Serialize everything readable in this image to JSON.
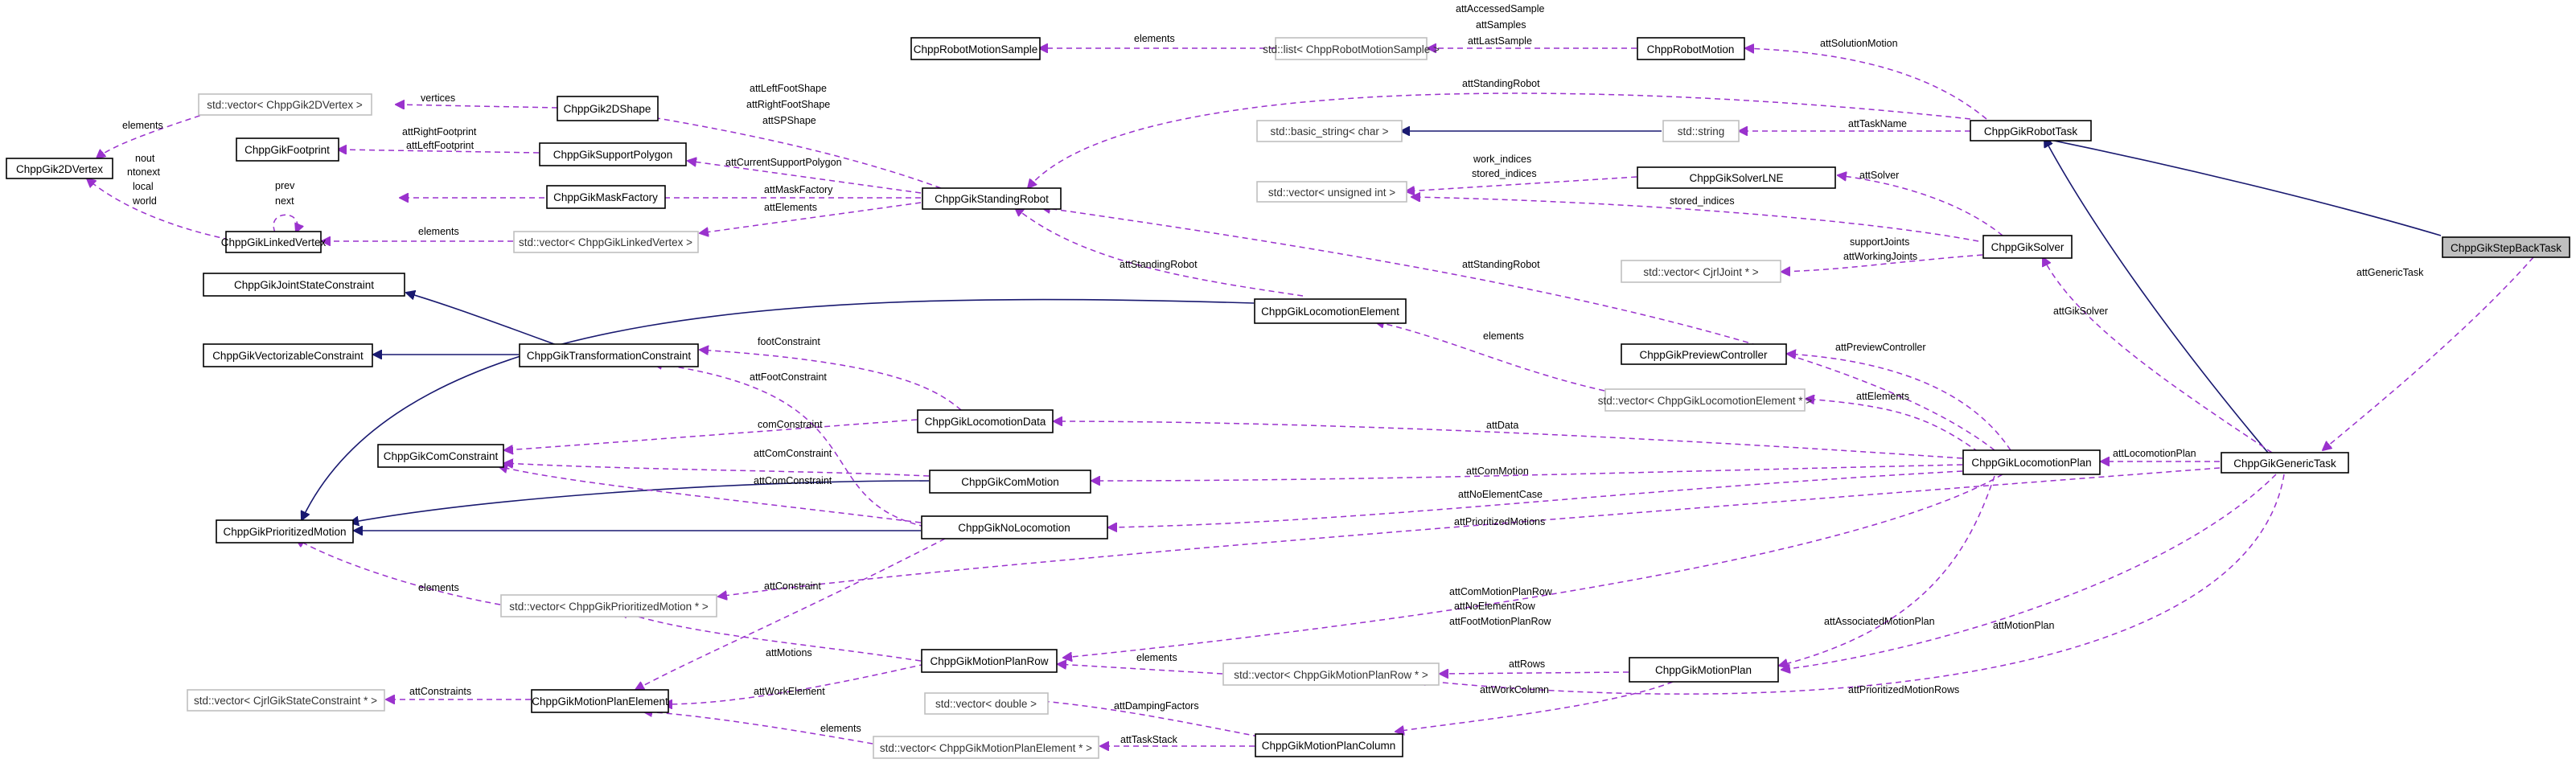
{
  "nodes": {
    "StepBackTask": "ChppGikStepBackTask",
    "RobotTask": "ChppGikRobotTask",
    "GenericTask": "ChppGikGenericTask",
    "RobotMotionSample": "ChppRobotMotionSample",
    "ListSample": "std::list< ChppRobotMotionSample >",
    "RobotMotion": "ChppRobotMotion",
    "Vec2DVertex": "std::vector< ChppGik2DVertex >",
    "Shape2D": "ChppGik2DShape",
    "Vertex2D": "ChppGik2DVertex",
    "Footprint": "ChppGikFootprint",
    "SupportPolygon": "ChppGikSupportPolygon",
    "BasicString": "std::basic_string< char >",
    "StdString": "std::string",
    "MaskFactory": "ChppGikMaskFactory",
    "StandingRobot": "ChppGikStandingRobot",
    "VecUInt": "std::vector< unsigned int >",
    "SolverLNE": "ChppGikSolverLNE",
    "LinkedVertex": "ChppGikLinkedVertex",
    "VecLinkedVertex": "std::vector< ChppGikLinkedVertex >",
    "Solver": "ChppGikSolver",
    "VecJoint": "std::vector< CjrlJoint * >",
    "JointStateConstraint": "ChppGikJointStateConstraint",
    "LocomotionElement": "ChppGikLocomotionElement",
    "VectorizableConstraint": "ChppGikVectorizableConstraint",
    "TransformationConstraint": "ChppGikTransformationConstraint",
    "PreviewController": "ChppGikPreviewController",
    "VecLocElem": "std::vector< ChppGikLocomotionElement * >",
    "LocomotionData": "ChppGikLocomotionData",
    "ComConstraint": "ChppGikComConstraint",
    "ComMotion": "ChppGikComMotion",
    "LocomotionPlan": "ChppGikLocomotionPlan",
    "PrioritizedMotion": "ChppGikPrioritizedMotion",
    "NoLocomotion": "ChppGikNoLocomotion",
    "VecPrioMotion": "std::vector< ChppGikPrioritizedMotion * >",
    "MotionPlanRow": "ChppGikMotionPlanRow",
    "VecRow": "std::vector< ChppGikMotionPlanRow * >",
    "MotionPlan": "ChppGikMotionPlan",
    "VecStateConstraint": "std::vector< CjrlGikStateConstraint * >",
    "MotionPlanElement": "ChppGikMotionPlanElement",
    "VecDouble": "std::vector< double >",
    "VecElem": "std::vector< ChppGikMotionPlanElement * >",
    "MotionPlanColumn": "ChppGikMotionPlanColumn"
  },
  "edge_labels": {
    "elements": "elements",
    "accessed1": "attAccessedSample",
    "accessed2": "attSamples",
    "accessed3": "attLastSample",
    "solutionMotion": "attSolutionMotion",
    "standingRobot": "attStandingRobot",
    "vertices": "vertices",
    "foot1": "attLeftFootShape",
    "foot2": "attRightFootShape",
    "foot3": "attSPShape",
    "taskName": "attTaskName",
    "rfoot": "attRightFootprint",
    "lfoot": "attLeftFootprint",
    "nout": "nout",
    "ntonext": "ntonext",
    "local": "local",
    "world": "world",
    "curSupport": "attCurrentSupportPolygon",
    "workIndices": "work_indices",
    "storedIndices": "stored_indices",
    "solver": "attSolver",
    "prev": "prev",
    "next": "next",
    "maskFactory": "attMaskFactory",
    "attElements": "attElements",
    "supportJoints": "supportJoints",
    "workingJoints": "attWorkingJoints",
    "genericTask": "attGenericTask",
    "gikSolver": "attGikSolver",
    "previewController": "attPreviewController",
    "footConstraint": "footConstraint",
    "attFootConstraint": "attFootConstraint",
    "comConstraint": "comConstraint",
    "attComConstraint": "attComConstraint",
    "attData": "attData",
    "attComMotion": "attComMotion",
    "locomotionPlan": "attLocomotionPlan",
    "noElementCase": "attNoElementCase",
    "prioritizedMotions": "attPrioritizedMotions",
    "attConstraint": "attConstraint",
    "comPlanRow": "attComMotionPlanRow",
    "noElementRow": "attNoElementRow",
    "footPlanRow": "attFootMotionPlanRow",
    "associatedPlan": "attAssociatedMotionPlan",
    "motionPlan": "attMotionPlan",
    "motions": "attMotions",
    "rows": "attRows",
    "constraints": "attConstraints",
    "workElement": "attWorkElement",
    "workColumn": "attWorkColumn",
    "prioRows": "attPrioritizedMotionRows",
    "damping": "attDampingFactors",
    "taskStack": "attTaskStack"
  }
}
